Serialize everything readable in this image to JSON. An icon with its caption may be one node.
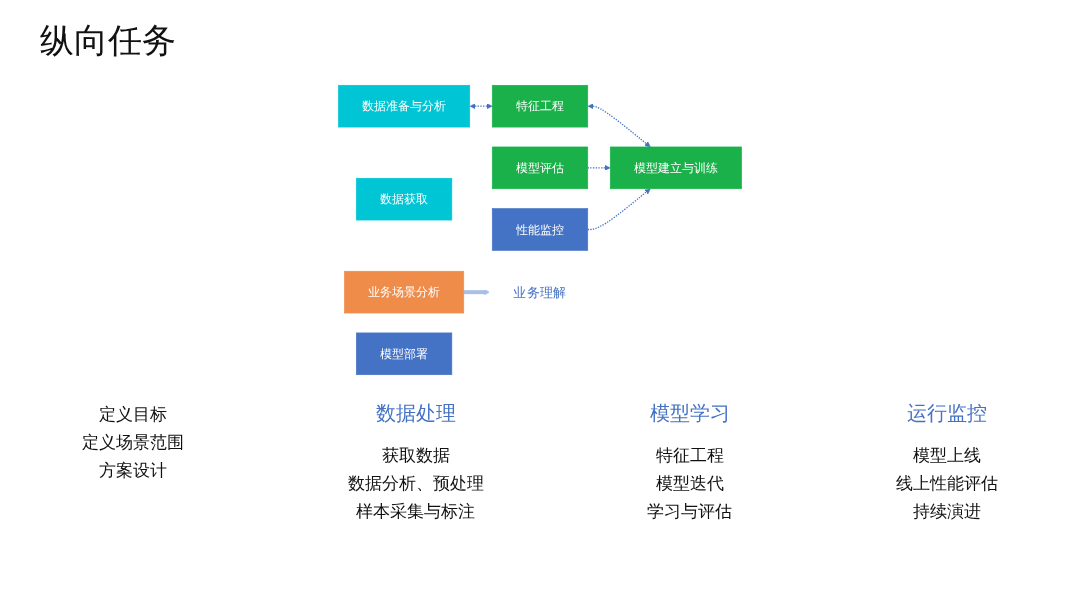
{
  "diagram": {
    "title": "纵向任务",
    "nodes": [
      {
        "text": [
          "业务场景分析"
        ]
      },
      {
        "text": [
          "数据获取"
        ]
      },
      {
        "text": [
          "数据准备与分析"
        ]
      },
      {
        "text": [
          "特征工程"
        ]
      },
      {
        "text": [
          "模型建立与训练"
        ]
      },
      {
        "text": [
          "模型评估"
        ]
      },
      {
        "text": [
          "模型部署"
        ]
      },
      {
        "text": [
          "性能监控"
        ]
      },
      {
        "text": [
          "业务理解"
        ]
      }
    ],
    "edges": [
      {
        "from": 2,
        "to": 3,
        "arrow": "both",
        "style": "dashed"
      },
      {
        "from": 3,
        "to": 4,
        "arrow": "both",
        "style": "dashed"
      },
      {
        "from": 5,
        "to": 4,
        "arrow": "to",
        "style": "dashed"
      },
      {
        "from": 7,
        "to": 4,
        "arrow": "to",
        "style": "dashed"
      },
      {
        "from": 0,
        "to": 8,
        "arrow": "to",
        "style": "thick",
        "color": "#a9c0e6"
      }
    ],
    "labels": [
      "定义目标",
      "定义场景范围",
      "方案设计",
      "数据处理",
      "获取数据",
      "数据分析、预处理",
      "样本采集与标注",
      "模型学习",
      "特征工程",
      "模型迭代",
      "学习与评估",
      "运行监控",
      "模型上线",
      "线上性能评估",
      "持续演进"
    ]
  }
}
